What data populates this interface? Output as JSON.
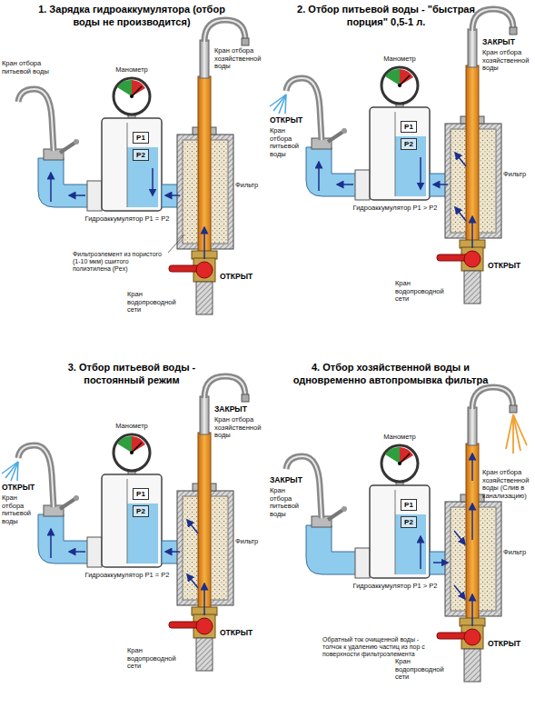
{
  "diagram": {
    "nodes": [
      {
        "text": [
          "P1"
        ]
      },
      {
        "text": [
          "P2"
        ]
      },
      {
        "text": [
          "P1"
        ]
      },
      {
        "text": [
          "P2"
        ]
      },
      {
        "text": [
          "P1"
        ]
      },
      {
        "text": [
          "P2"
        ]
      },
      {
        "text": [
          "P1"
        ]
      },
      {
        "text": [
          "P2"
        ]
      }
    ],
    "labels": [
      "1. Зарядка гидроаккумулятора (отбор воды не производится)",
      "Манометр",
      "Кран отбора хозяйственной воды",
      "Кран отбора питьевой воды",
      "Фильтр",
      "Гидроаккумулятор P1 = P2",
      "Фильтроэлемент из пористого (1-10 мкм) сшитого полиэтилена (Pex)",
      "ОТКРЫТ",
      "Кран водопроводной сети",
      "2. Отбор питьевой воды - \"быстрая порция\" 0,5-1 л.",
      "Манометр",
      "ЗАКРЫТ",
      "Кран отбора хозяйственной воды",
      "ОТКРЫТ",
      "Кран отбора питьевой воды",
      "Фильтр",
      "Гидроаккумулятор P1 > P2",
      "ОТКРЫТ",
      "Кран водопроводной сети",
      "3. Отбор питьевой воды - постоянный режим",
      "Манометр",
      "ЗАКРЫТ",
      "Кран отбора хозяйственной воды",
      "ОТКРЫТ",
      "Кран отбора питьевой воды",
      "Фильтр",
      "Гидроаккумулятор P1 = P2",
      "ОТКРЫТ",
      "Кран водопроводной сети",
      "4. Отбор хозяйственной воды и одновременно автопромывка фильтра",
      "Манометр",
      "Кран отбора хозяйственной воды (Слив в канализацию)",
      "ЗАКРЫТ",
      "Кран отбора питьевой воды",
      "Фильтр",
      "Гидроаккумулятор P1 > P2",
      "Обратный ток очищенной воды - толчок к удалению частиц из пор с поверхности фильтроэлемента",
      "ОТКРЫТ",
      "Кран водопроводной сети"
    ]
  }
}
